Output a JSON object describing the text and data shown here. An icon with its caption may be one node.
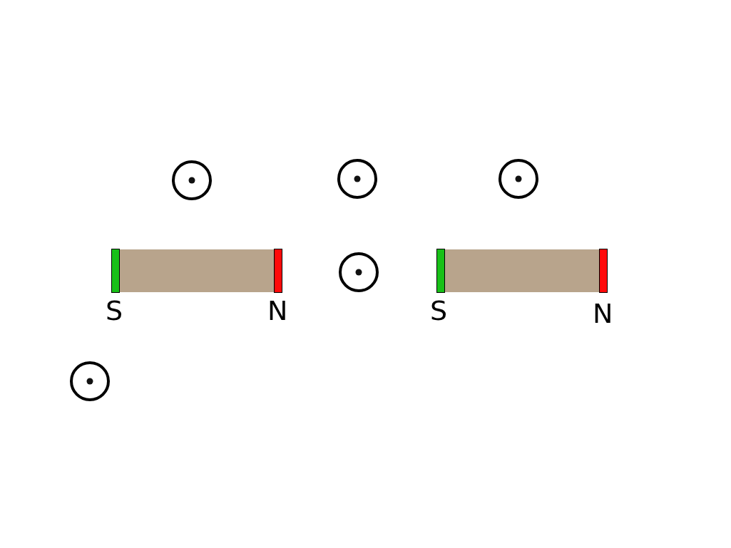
{
  "diagram": {
    "nodes": [
      {
        "text": [
          "S"
        ]
      },
      {
        "text": [],
        "shape": "bar"
      },
      {
        "text": [
          "N"
        ]
      },
      {
        "text": [
          "S"
        ]
      },
      {
        "text": [],
        "shape": "bar"
      },
      {
        "text": [
          "N"
        ]
      }
    ]
  }
}
